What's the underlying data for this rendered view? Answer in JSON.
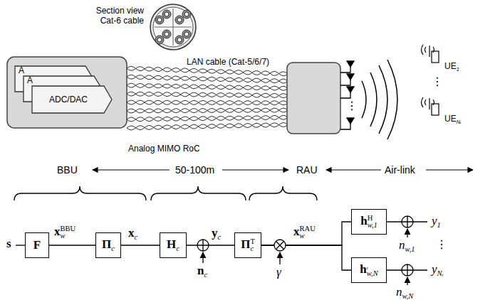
{
  "diagram": {
    "nodes": [
      {
        "text": [
          "A"
        ]
      },
      {
        "text": [
          "A"
        ]
      },
      {
        "text": [
          "ADC/DAC"
        ]
      },
      {
        "text": [
          "F"
        ]
      },
      {
        "text": [
          "Πc"
        ]
      },
      {
        "text": [
          "Hc"
        ]
      },
      {
        "text": [
          "ΠcT"
        ]
      },
      {
        "text": [
          "hw,1H"
        ]
      },
      {
        "text": [
          "hw,NᵣH"
        ]
      }
    ],
    "edges": [
      {
        "from": 3,
        "to": 4,
        "arrow": "none",
        "label": "xwBBU"
      },
      {
        "from": 4,
        "to": 5,
        "arrow": "none",
        "label": "xc"
      },
      {
        "from": 5,
        "to": 6,
        "arrow": "none",
        "label": "yc"
      },
      {
        "from": 6,
        "to": 7,
        "arrow": "none"
      },
      {
        "from": 6,
        "to": 8,
        "arrow": "none"
      }
    ],
    "labels": [
      "Section view Cat-6 cable",
      "LAN cable (Cat-5/6/7)",
      "Analog MIMO RoC",
      "UE1",
      "⋮",
      "UENᵣ",
      "⋮",
      "BBU",
      "50-100m",
      "RAU",
      "Air-link",
      "s",
      "nc",
      "γ",
      "xwRAU",
      "nw,1",
      "nw,Nᵣ",
      "y1",
      "⋮",
      "yNᵣ"
    ]
  }
}
